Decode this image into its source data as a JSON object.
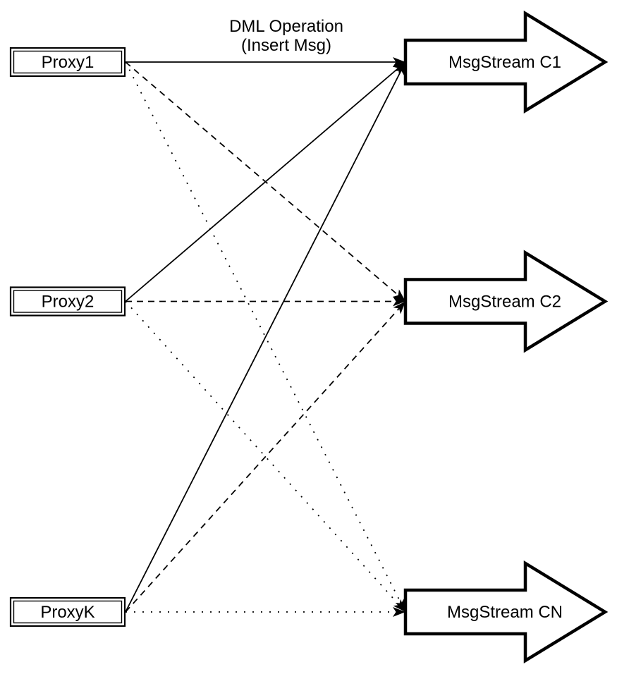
{
  "title": {
    "line1": "DML Operation",
    "line2": "(Insert Msg)"
  },
  "nodes": {
    "proxies": [
      {
        "id": "proxy1",
        "label": "Proxy1"
      },
      {
        "id": "proxy2",
        "label": "Proxy2"
      },
      {
        "id": "proxyk",
        "label": "ProxyK"
      }
    ],
    "streams": [
      {
        "id": "c1",
        "label": "MsgStream C1"
      },
      {
        "id": "c2",
        "label": "MsgStream C2"
      },
      {
        "id": "cn",
        "label": "MsgStream CN"
      }
    ]
  },
  "connections": [
    {
      "from": "proxy1",
      "to": "c1",
      "style": "solid"
    },
    {
      "from": "proxy2",
      "to": "c1",
      "style": "solid"
    },
    {
      "from": "proxyk",
      "to": "c1",
      "style": "solid"
    },
    {
      "from": "proxy1",
      "to": "c2",
      "style": "dashed"
    },
    {
      "from": "proxy2",
      "to": "c2",
      "style": "dashed"
    },
    {
      "from": "proxyk",
      "to": "c2",
      "style": "dashed"
    },
    {
      "from": "proxy1",
      "to": "cn",
      "style": "dotted"
    },
    {
      "from": "proxy2",
      "to": "cn",
      "style": "dotted"
    },
    {
      "from": "proxyk",
      "to": "cn",
      "style": "dotted"
    }
  ],
  "colors": {
    "stroke": "#000000",
    "shape_fill": "#ffffff",
    "background": "#ffffff"
  }
}
